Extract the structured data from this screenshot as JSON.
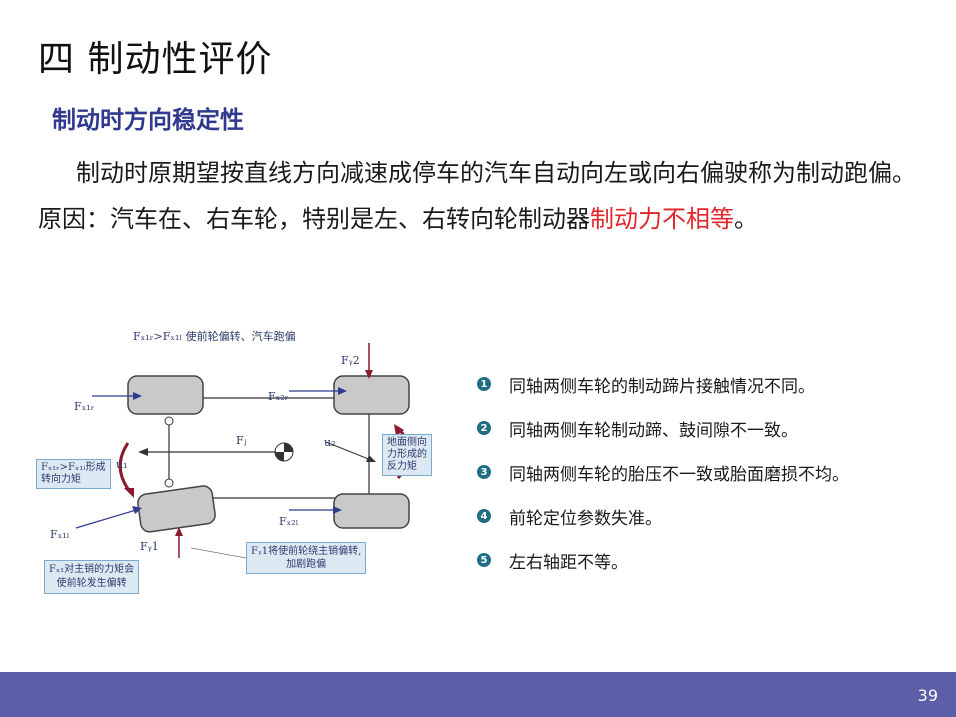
{
  "title": "四  制动性评价",
  "subtitle": "制动时方向稳定性",
  "paragraph": {
    "text_main": "制动时原期望按直线方向减速成停车的汽车自动向左或向右偏驶称为制动跑偏。原因：汽车在、右车轮，特别是左、右转向轮制动器",
    "text_red": "制动力不相等",
    "text_end": "。"
  },
  "figure": {
    "top_caption": "Fₓ₁ᵣ>Fₓ₁ₗ 使前轮偏转、汽车跑偏",
    "labels": {
      "fy2": "Fᵧ2",
      "fx1r": "Fₓ₁ᵣ",
      "fx2r": "Fₓ₂ᵣ",
      "fj": "Fⱼ",
      "u2": "u₂",
      "u1": "u₁",
      "fx1l": "Fₓ₁ₗ",
      "fy1": "Fᵧ1",
      "fx2l": "Fₓ₂ₗ"
    },
    "box_ground": "地面侧向\n力形成的\n反力矩",
    "box_steer": "Fₓ₁ᵣ>Fₓ₁ₗ形成\n转向力矩",
    "box_fy1": "Fᵧ1将使前轮绕主销偏转,\n加剧跑偏",
    "box_kingpin": "Fₓ₁对主销的力矩会\n使前轮发生偏转"
  },
  "bullets": [
    {
      "num": "1",
      "text": "同轴两侧车轮的制动蹄片接触情况不同。"
    },
    {
      "num": "2",
      "text": "同轴两侧车轮制动蹄、鼓间隙不一致。"
    },
    {
      "num": "3",
      "text": "同轴两侧车轮的胎压不一致或胎面磨损不均。"
    },
    {
      "num": "4",
      "text": "前轮定位参数失准。"
    },
    {
      "num": "5",
      "text": "左右轴距不等。"
    }
  ],
  "page_number": "39",
  "colors": {
    "subtitle": "#2f3a8f",
    "highlight_red": "#e0262b",
    "footer_bar": "#5c5fa8",
    "bullet_circle": "#1e6f84"
  }
}
